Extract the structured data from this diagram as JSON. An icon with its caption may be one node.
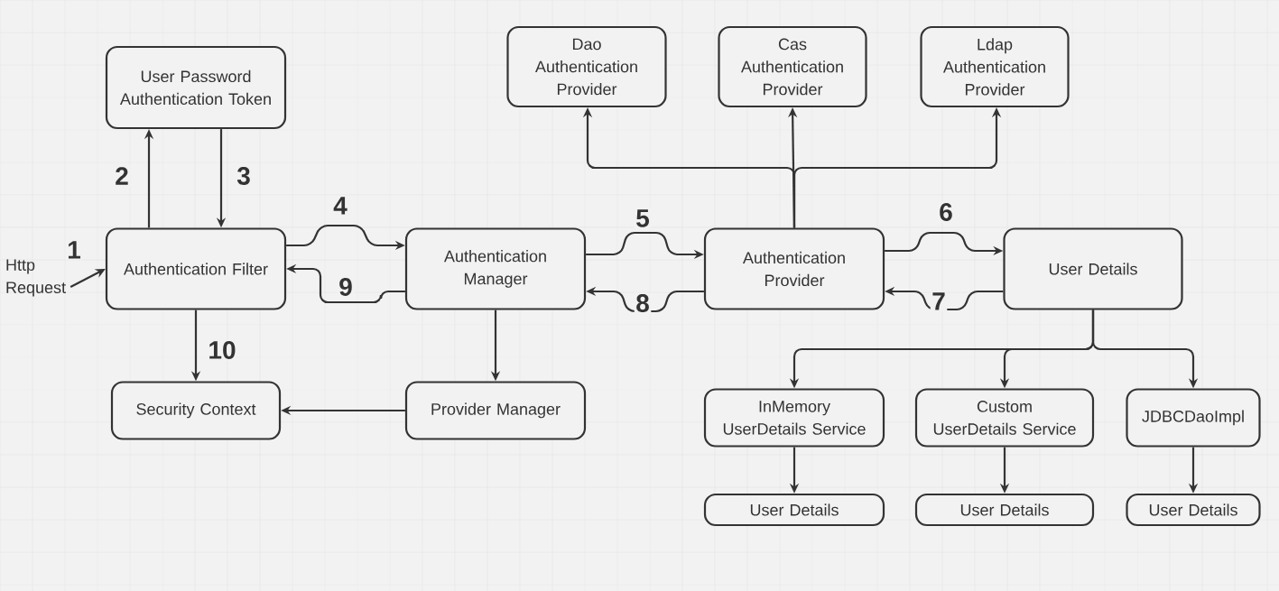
{
  "diagram": {
    "nodes": [
      {
        "text": [
          "User Password Authentication Token"
        ]
      },
      {
        "text": [
          "Authentication Filter"
        ]
      },
      {
        "text": [
          "Authentication Manager"
        ]
      },
      {
        "text": [
          "Dao Authentication Provider"
        ]
      },
      {
        "text": [
          "Cas Authentication Provider"
        ]
      },
      {
        "text": [
          "Ldap Authentication Provider"
        ]
      },
      {
        "text": [
          "Authentication Provider"
        ]
      },
      {
        "text": [
          "User Details"
        ]
      },
      {
        "text": [
          "Security Context"
        ]
      },
      {
        "text": [
          "Provider Manager"
        ]
      },
      {
        "text": [
          "InMemory UserDetails Service"
        ]
      },
      {
        "text": [
          "Custom UserDetails Service"
        ]
      },
      {
        "text": [
          "JDBCDaoImpl"
        ]
      },
      {
        "text": [
          "User Details"
        ]
      },
      {
        "text": [
          "User Details"
        ]
      },
      {
        "text": [
          "User Details"
        ]
      },
      {
        "text": [
          "Http Request"
        ]
      }
    ],
    "edges": [
      {
        "from": 16,
        "to": 1,
        "arrow": "to",
        "label": "1"
      },
      {
        "from": 1,
        "to": 0,
        "arrow": "to",
        "label": "2"
      },
      {
        "from": 0,
        "to": 1,
        "arrow": "to",
        "label": "3"
      },
      {
        "from": 1,
        "to": 2,
        "arrow": "to",
        "label": "4"
      },
      {
        "from": 2,
        "to": 6,
        "arrow": "to",
        "label": "5"
      },
      {
        "from": 6,
        "to": 7,
        "arrow": "to",
        "label": "6"
      },
      {
        "from": 7,
        "to": 6,
        "arrow": "to",
        "label": "7"
      },
      {
        "from": 6,
        "to": 2,
        "arrow": "to",
        "label": "8"
      },
      {
        "from": 2,
        "to": 1,
        "arrow": "to",
        "label": "9"
      },
      {
        "from": 1,
        "to": 8,
        "arrow": "to",
        "label": "10"
      },
      {
        "from": 2,
        "to": 9,
        "arrow": "to"
      },
      {
        "from": 9,
        "to": 8,
        "arrow": "to"
      },
      {
        "from": 6,
        "to": 3,
        "arrow": "to"
      },
      {
        "from": 6,
        "to": 4,
        "arrow": "to"
      },
      {
        "from": 6,
        "to": 5,
        "arrow": "to"
      },
      {
        "from": 7,
        "to": 10,
        "arrow": "to"
      },
      {
        "from": 7,
        "to": 11,
        "arrow": "to"
      },
      {
        "from": 7,
        "to": 12,
        "arrow": "to"
      },
      {
        "from": 10,
        "to": 13,
        "arrow": "to"
      },
      {
        "from": 11,
        "to": 14,
        "arrow": "to"
      },
      {
        "from": 12,
        "to": 15,
        "arrow": "to"
      }
    ]
  }
}
